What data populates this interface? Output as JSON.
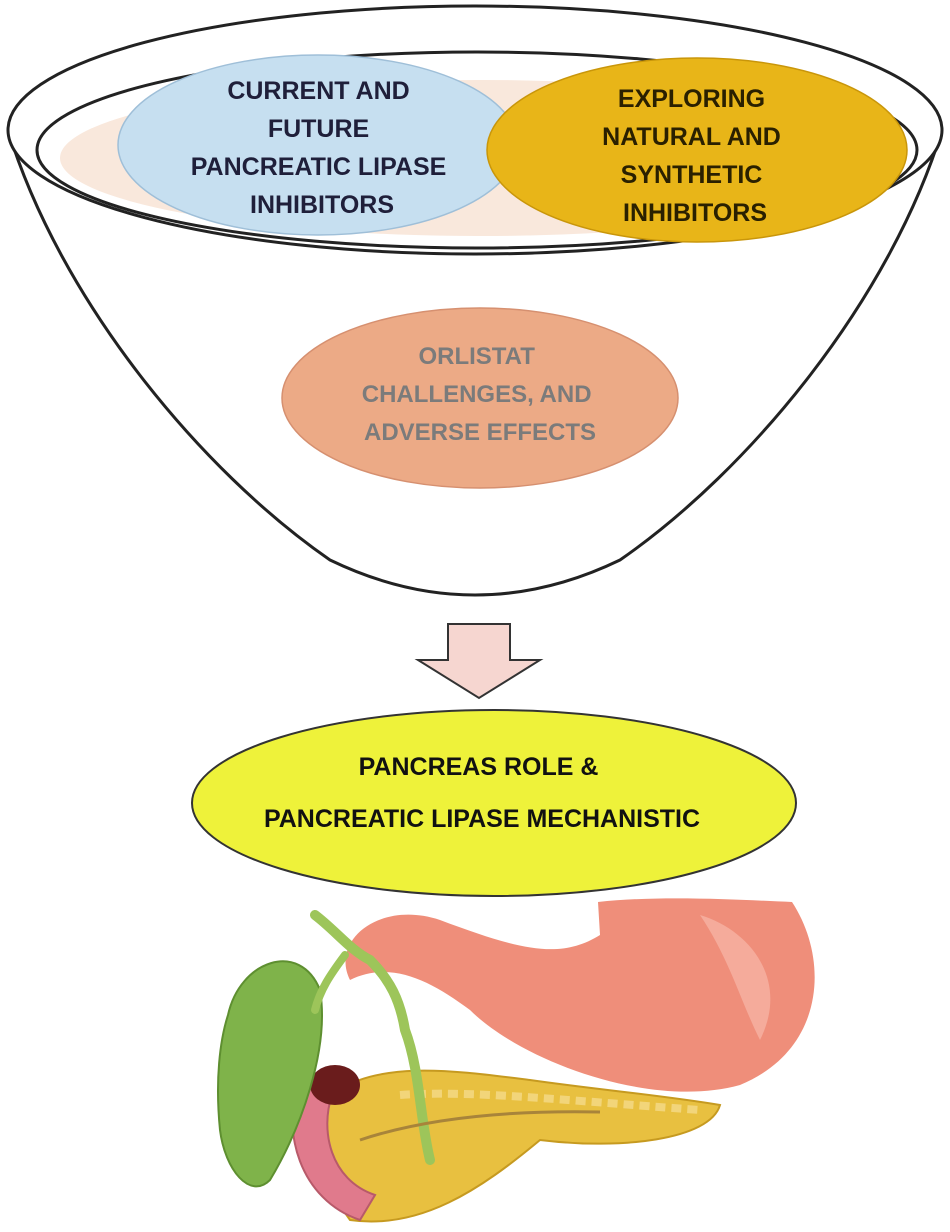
{
  "funnel": {
    "topic_left": [
      "CURRENT AND",
      "FUTURE",
      "PANCREATIC LIPASE",
      "INHIBITORS"
    ],
    "topic_right": [
      "EXPLORING",
      "NATURAL AND",
      "SYNTHETIC",
      "INHIBITORS"
    ],
    "topic_center": [
      "ORLISTAT",
      "CHALLENGES, AND",
      "ADVERSE EFFECTS"
    ]
  },
  "arrow_icon": "down-arrow",
  "focus": {
    "lines": [
      "PANCREAS ROLE &",
      "PANCREATIC LIPASE MECHANISTIC"
    ]
  },
  "illustration": "pancreas-anatomy",
  "colors": {
    "left_topic": "#c6dff0",
    "right_topic": "#e8b518",
    "center_topic": "#ecaa86",
    "focus": "#eef23a",
    "arrow": "#f6d6d0",
    "left_text": "#1f1f3a",
    "right_text": "#2a2000",
    "center_text": "#7b7b7b"
  }
}
